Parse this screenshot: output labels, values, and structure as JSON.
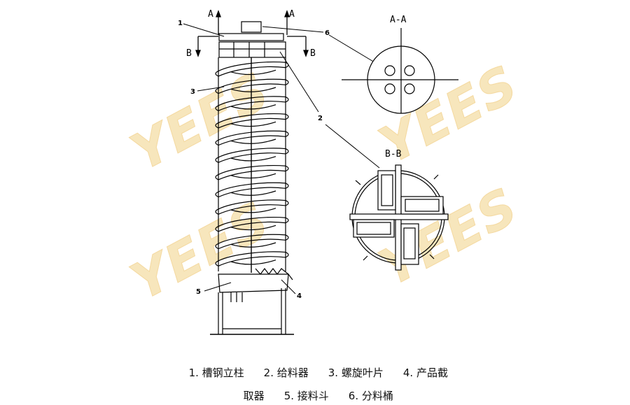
{
  "diagram": {
    "callouts": [
      "1",
      "2",
      "3",
      "4",
      "5",
      "6"
    ],
    "section_marks": {
      "a_left": "A",
      "a_right": "A",
      "b_left": "B",
      "b_right": "B",
      "section_aa": "A-A",
      "section_bb": "B-B"
    },
    "watermark": "YEES"
  },
  "caption": {
    "line1": [
      "1. 槽钢立柱",
      "2. 给料器",
      "3. 螺旋叶片",
      "4. 产品截"
    ],
    "line2": [
      "取器",
      "5. 接料斗",
      "6. 分料桶"
    ]
  }
}
